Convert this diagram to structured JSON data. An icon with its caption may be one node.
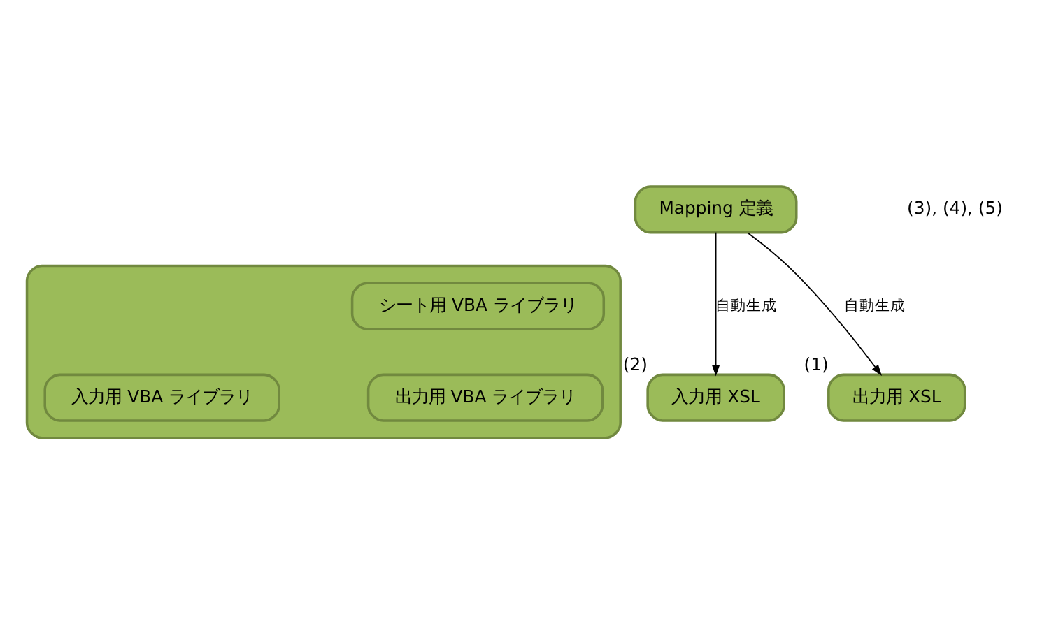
{
  "diagram": {
    "nodes": [
      {
        "text": [
          "Mapping 定義"
        ]
      },
      {
        "text": [],
        "shape": "box"
      },
      {
        "text": [
          "シート用 VBA ライブラリ"
        ],
        "in": 1
      },
      {
        "text": [
          "入力用 XSL"
        ],
        "beside": [
          "(2)"
        ]
      },
      {
        "text": [
          "入力用 VBA ライブラリ"
        ],
        "in": 1
      },
      {
        "text": [
          "出力用 VBA ライブラリ"
        ],
        "in": 1
      },
      {
        "text": [
          "出力用 XSL"
        ],
        "beside": [
          "(1)"
        ]
      }
    ],
    "edges": [
      {
        "from": 0,
        "to": 3,
        "arrow": "to",
        "label": "自動生成"
      },
      {
        "from": 0,
        "to": 6,
        "arrow": "to",
        "label": "自動生成"
      }
    ],
    "labels": [
      "(3), (4), (5)"
    ]
  }
}
